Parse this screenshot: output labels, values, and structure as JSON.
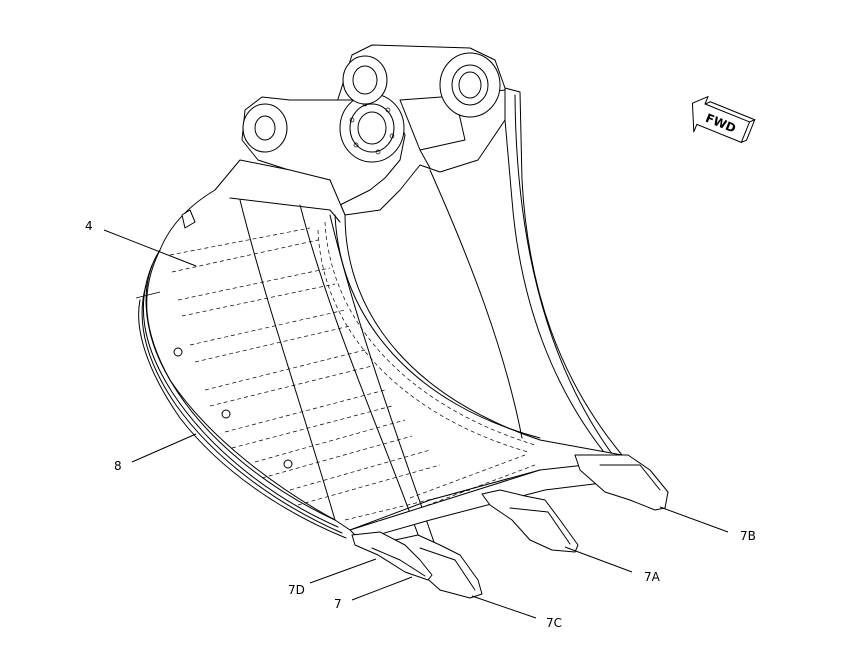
{
  "diagram": {
    "fwd_label": "FWD",
    "callouts": {
      "c4": "4",
      "c8": "8",
      "c7": "7",
      "c7a": "7A",
      "c7b": "7B",
      "c7c": "7C",
      "c7d": "7D"
    }
  }
}
